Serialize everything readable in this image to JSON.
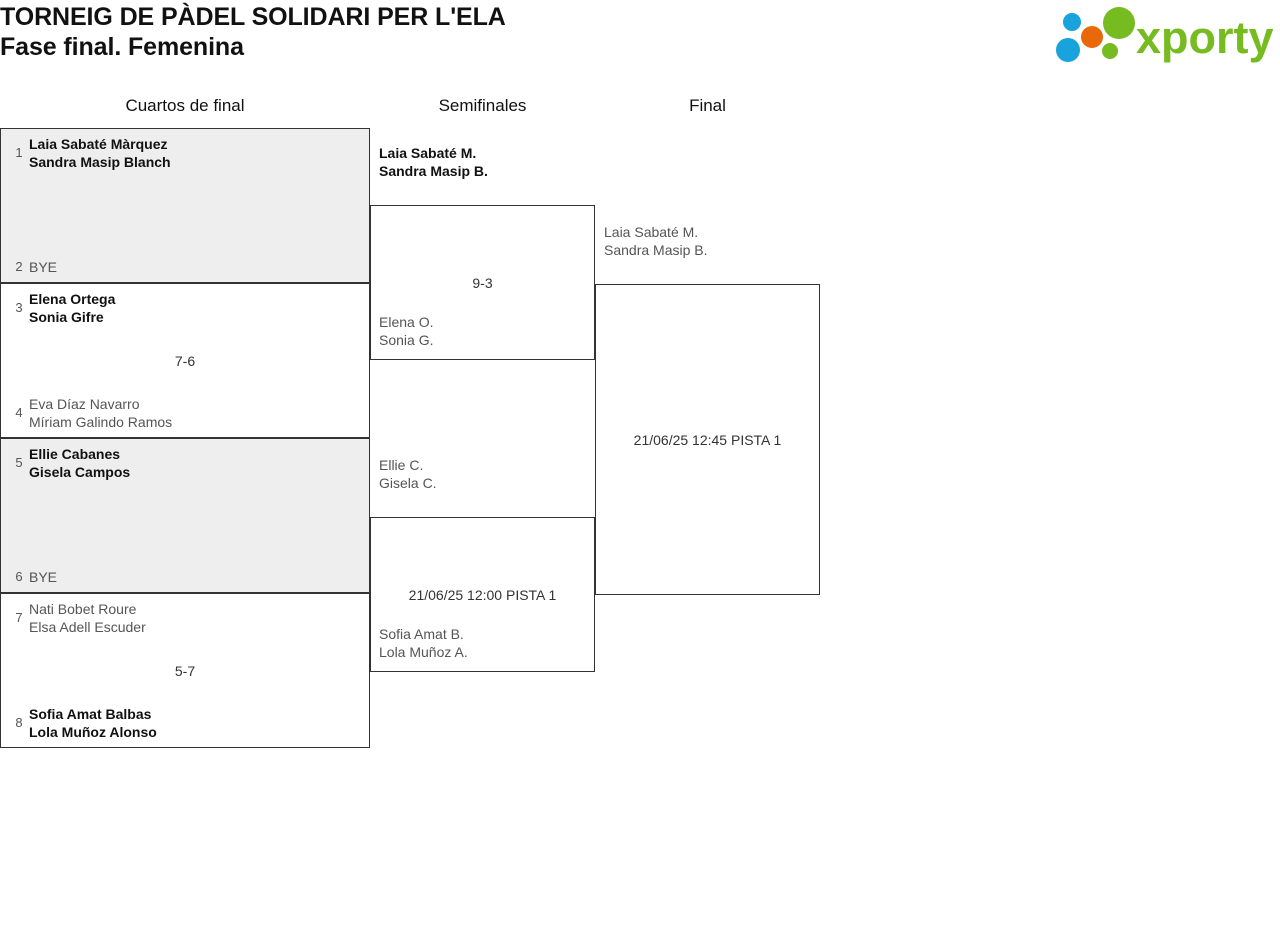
{
  "header": {
    "title_line1": "TORNEIG DE PÀDEL SOLIDARI PER L'ELA",
    "title_line2": "Fase final. Femenina",
    "logo_text": "xporty",
    "logo_colors": {
      "green": "#76bc21",
      "blue": "#18a3dc",
      "orange": "#e8680a"
    }
  },
  "rounds": [
    {
      "label": "Cuartos de final"
    },
    {
      "label": "Semifinales"
    },
    {
      "label": "Final"
    }
  ],
  "quarterfinals": [
    {
      "shaded": true,
      "top": {
        "seed": "1",
        "line1": "Laia Sabaté Màrquez",
        "line2": "Sandra Masip Blanch",
        "state": "winner"
      },
      "bottom": {
        "seed": "2",
        "line1": "BYE",
        "line2": "",
        "state": "bye"
      },
      "result": ""
    },
    {
      "shaded": false,
      "top": {
        "seed": "3",
        "line1": "Elena Ortega",
        "line2": "Sonia Gifre",
        "state": "winner"
      },
      "bottom": {
        "seed": "4",
        "line1": "Eva Díaz Navarro",
        "line2": "Míriam Galindo Ramos",
        "state": "loser"
      },
      "result": "7-6"
    },
    {
      "shaded": true,
      "top": {
        "seed": "5",
        "line1": "Ellie Cabanes",
        "line2": "Gisela Campos",
        "state": "winner"
      },
      "bottom": {
        "seed": "6",
        "line1": "BYE",
        "line2": "",
        "state": "bye"
      },
      "result": ""
    },
    {
      "shaded": false,
      "top": {
        "seed": "7",
        "line1": "Nati Bobet Roure",
        "line2": "Elsa Adell Escuder",
        "state": "loser"
      },
      "bottom": {
        "seed": "8",
        "line1": "Sofia Amat Balbas",
        "line2": "Lola Muñoz Alonso",
        "state": "winner"
      },
      "result": "5-7"
    }
  ],
  "semifinals": [
    {
      "top": {
        "line1": "Laia Sabaté M.",
        "line2": "Sandra Masip B.",
        "state": "winner"
      },
      "bottom": {
        "line1": "Elena O.",
        "line2": "Sonia G.",
        "state": "loser"
      },
      "result": "9-3"
    },
    {
      "top": {
        "line1": "Ellie C.",
        "line2": "Gisela C.",
        "state": "loser"
      },
      "bottom": {
        "line1": "Sofia Amat B.",
        "line2": "Lola Muñoz A.",
        "state": "loser"
      },
      "result": "21/06/25 12:00 PISTA 1"
    }
  ],
  "final": {
    "top": {
      "line1": "Laia Sabaté M.",
      "line2": "Sandra Masip B.",
      "state": "loser"
    },
    "bottom": {
      "line1": "",
      "line2": "",
      "state": "loser"
    },
    "result": "21/06/25 12:45 PISTA 1"
  }
}
